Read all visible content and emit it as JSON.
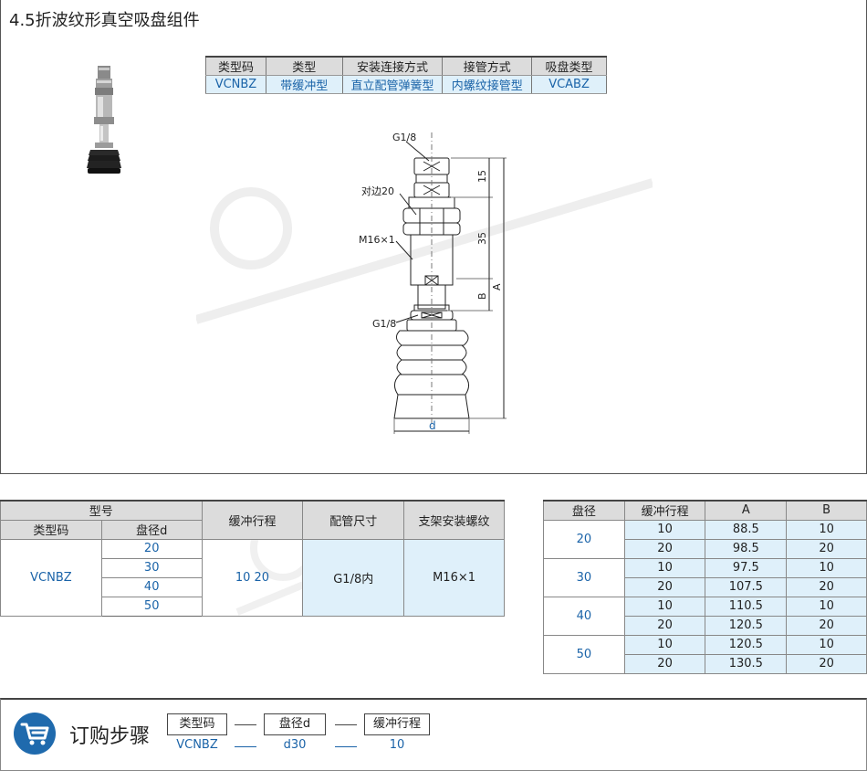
{
  "title": "4.5折波纹形真空吸盘组件",
  "spec": {
    "headers": [
      "类型码",
      "类型",
      "安装连接方式",
      "接管方式",
      "吸盘类型"
    ],
    "row": [
      "VCNBZ",
      "带缓冲型",
      "直立配管弹簧型",
      "内螺纹接管型",
      "VCABZ"
    ]
  },
  "drawing": {
    "label_g18_top": "G1/8",
    "label_across_flats": "对边20",
    "label_thread": "M16×1",
    "label_g18_bottom": "G1/8",
    "dim_15": "15",
    "dim_35": "35",
    "dim_b": "B",
    "dim_a": "A",
    "dim_d": "d"
  },
  "model_table": {
    "group_header": "型号",
    "sub_headers": [
      "类型码",
      "盘径d"
    ],
    "headers": [
      "缓冲行程",
      "配管尺寸",
      "支架安装螺纹"
    ],
    "type_code": "VCNBZ",
    "diameters": [
      "20",
      "30",
      "40",
      "50"
    ],
    "stroke": "10  20",
    "pipe_size": "G1/8内",
    "mount_thread": "M16×1"
  },
  "dim_table": {
    "headers": [
      "盘径",
      "缓冲行程",
      "A",
      "B"
    ],
    "groups": [
      {
        "d": "20",
        "rows": [
          [
            "10",
            "88.5",
            "10"
          ],
          [
            "20",
            "98.5",
            "20"
          ]
        ]
      },
      {
        "d": "30",
        "rows": [
          [
            "10",
            "97.5",
            "10"
          ],
          [
            "20",
            "107.5",
            "20"
          ]
        ]
      },
      {
        "d": "40",
        "rows": [
          [
            "10",
            "110.5",
            "10"
          ],
          [
            "20",
            "120.5",
            "20"
          ]
        ]
      },
      {
        "d": "50",
        "rows": [
          [
            "10",
            "120.5",
            "10"
          ],
          [
            "20",
            "130.5",
            "20"
          ]
        ]
      }
    ]
  },
  "order": {
    "title": "订购步骤",
    "steps": [
      {
        "label": "类型码",
        "value": "VCNBZ"
      },
      {
        "label": "盘径d",
        "value": "d30"
      },
      {
        "label": "缓冲行程",
        "value": "10"
      }
    ]
  },
  "icons": [
    "cart-icon",
    "product-photo-icon"
  ],
  "colors": {
    "accent": "#1a63a8",
    "header_bg": "#dcdcdc",
    "cell_shade": "#dff0fa",
    "cart_bg": "#1f6aad"
  }
}
